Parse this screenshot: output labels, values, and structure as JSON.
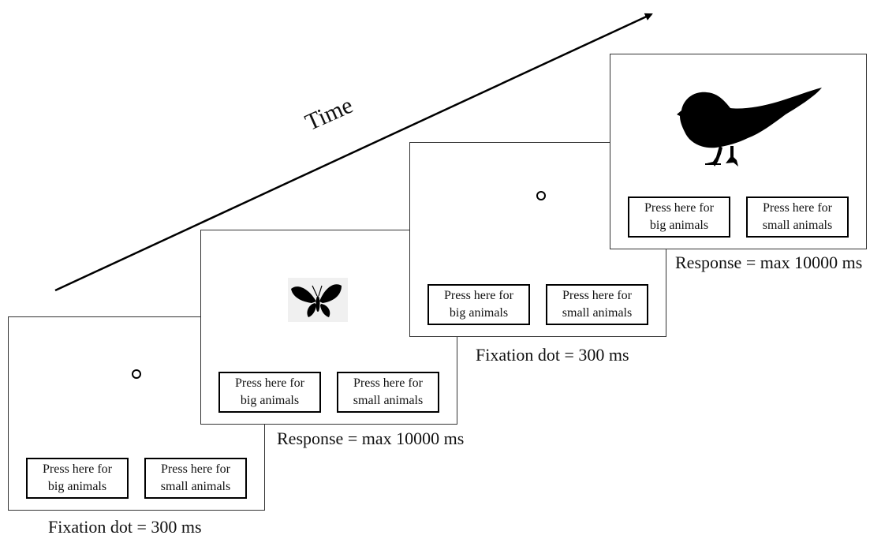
{
  "time_label": "Time",
  "screens": [
    {
      "stimulus": "fixation-dot",
      "buttons": {
        "left": [
          "Press here for",
          "big animals"
        ],
        "right": [
          "Press here for",
          "small animals"
        ]
      },
      "caption": "Fixation dot = 300 ms"
    },
    {
      "stimulus": "butterfly-icon",
      "buttons": {
        "left": [
          "Press here for",
          "big animals"
        ],
        "right": [
          "Press here for",
          "small animals"
        ]
      },
      "caption": "Response = max 10000 ms"
    },
    {
      "stimulus": "fixation-dot",
      "buttons": {
        "left": [
          "Press here for",
          "big animals"
        ],
        "right": [
          "Press here for",
          "small animals"
        ]
      },
      "caption": "Fixation dot = 300 ms"
    },
    {
      "stimulus": "bird-icon",
      "buttons": {
        "left": [
          "Press here for",
          "big animals"
        ],
        "right": [
          "Press here for",
          "small animals"
        ]
      },
      "caption": "Response = max 10000 ms"
    }
  ],
  "colors": {
    "stroke": "#000000",
    "background": "#ffffff"
  }
}
